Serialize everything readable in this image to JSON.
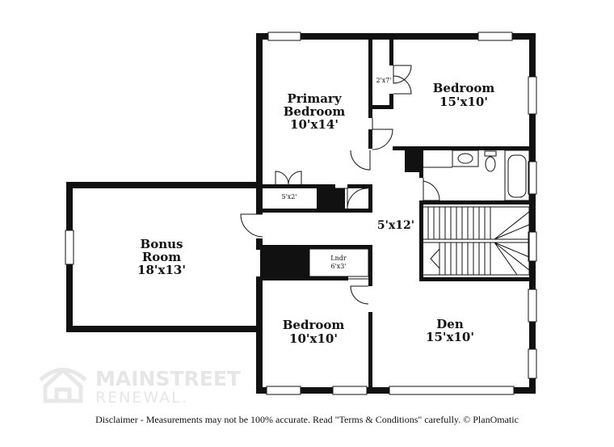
{
  "rooms": {
    "primary": {
      "name1": "Primary",
      "name2": "Bedroom",
      "dims": "10'x14'"
    },
    "bed_ne": {
      "name": "Bedroom",
      "dims": "15'x10'"
    },
    "bonus": {
      "name1": "Bonus",
      "name2": "Room",
      "dims": "18'x13'"
    },
    "bed_sw": {
      "name": "Bedroom",
      "dims": "10'x10'"
    },
    "den": {
      "name": "Den",
      "dims": "15'x10'"
    },
    "hall": {
      "dims": "5'x12'"
    },
    "closet_primary": {
      "dims": "5'x2'"
    },
    "closet_ne": {
      "dims": "2'x7'"
    },
    "laundry": {
      "name": "Lndr",
      "dims": "6'x3'"
    }
  },
  "watermark": {
    "line1": "MAINSTREET",
    "line2": "RENEWAL."
  },
  "disclaimer": "Disclaimer - Measurements may not be 100% accurate. Read \"Terms & Conditions\" carefully. © PlanOmatic"
}
